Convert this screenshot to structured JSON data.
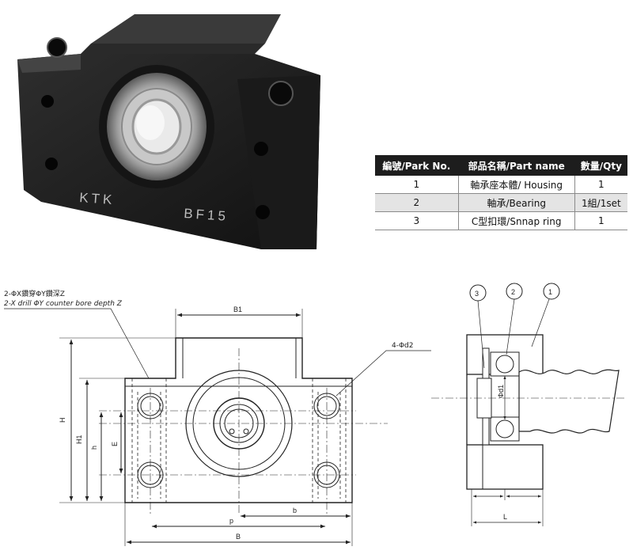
{
  "photo": {
    "engravings": [
      "KTK",
      "BF15"
    ]
  },
  "table": {
    "headers": [
      "編號/Park No.",
      "部品名稱/Part name",
      "數量/Qty"
    ],
    "rows": [
      [
        "1",
        "軸承座本體/ Housing",
        "1"
      ],
      [
        "2",
        "軸承/Bearing",
        "1組/1set"
      ],
      [
        "3",
        "C型扣環/Snnap ring",
        "1"
      ]
    ]
  },
  "drawing": {
    "notes": {
      "counterbore_cn": "2-ΦX鑽穿ΦY鑽深Z",
      "counterbore_en": "2-X drill ΦY counter bore depth Z",
      "holes": "4-Φd2"
    },
    "dims": {
      "B1": "B1",
      "H": "H",
      "H1": "H1",
      "h": "h",
      "E": "E",
      "p": "p",
      "b": "b",
      "B": "B",
      "d1": "Φd1",
      "L": "L"
    },
    "callouts": [
      "3",
      "2",
      "1"
    ]
  }
}
